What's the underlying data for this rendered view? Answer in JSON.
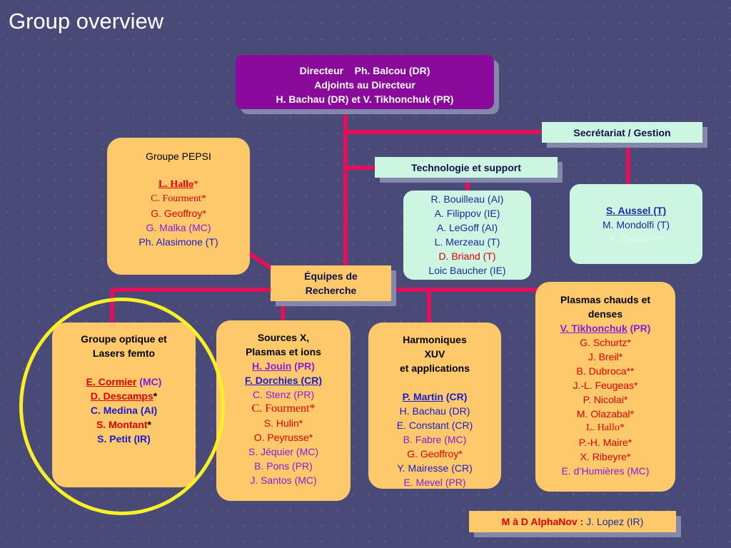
{
  "slide": {
    "title": "Group overview"
  },
  "colors": {
    "background": "#4a4a78",
    "connector": "#e0105a",
    "director_bg": "#8a0a9c",
    "group_bg": "#fdc96a",
    "support_bg": "#ccf5e2",
    "ring": "#f7f026"
  },
  "director": {
    "line1_role": "Directeur",
    "line1_name": "Ph. Balcou (DR)",
    "line2": "Adjoints au Directeur",
    "line3": "H. Bachau (DR) et V. Tikhonchuk (PR)"
  },
  "secretariat": {
    "label": "Secrétariat / Gestion",
    "members": [
      "S. Aussel (T)",
      "M. Mondolfi (T)",
      "F. Catelle***"
    ]
  },
  "tech": {
    "label": "Technologie et support",
    "members": [
      "R. Bouilleau (AI)",
      "A. Filippov (IE)",
      "A. LeGoff (AI)",
      "L. Merzeau (T)",
      "D. Briand (T)",
      "Loic Baucher (IE)"
    ]
  },
  "pepsi": {
    "title": "Groupe PEPSI",
    "members": [
      "L. Hallo",
      "*",
      "C. Fourment*",
      "G. Geoffroy*",
      "G. Malka (MC)",
      "Ph. Alasimone (T)"
    ]
  },
  "equipes": {
    "label_line1": "Équipes de",
    "label_line2": "Recherche"
  },
  "optique": {
    "title_line1": "Groupe optique et",
    "title_line2": "Lasers femto",
    "members": [
      "E. Cormier",
      " (MC)",
      "D. Descamps",
      "*",
      "C. Medina (AI)",
      "S. Montant",
      "*",
      "S. Petit (IR)"
    ]
  },
  "sources": {
    "title_line1": "Sources X,",
    "title_line2": "Plasmas et ions",
    "members": [
      "H. Jouin",
      " (PR)",
      "F. Dorchies (CR)",
      "C. Stenz (PR)",
      "C. Fourment*",
      "S. Hulin*",
      "O. Peyrusse*",
      "S. Jéquier (MC)",
      "B. Pons (PR)",
      "J. Santos (MC)"
    ]
  },
  "harmoniques": {
    "title_line1": "Harmoniques",
    "title_line2": "XUV",
    "title_line3": "et applications",
    "members": [
      "P. Martin",
      " (CR)",
      "H. Bachau (DR)",
      "E. Constant (CR)",
      "B. Fabre (MC)",
      "G. Geoffroy*",
      "Y. Mairesse (CR)",
      "E. Mevel (PR)"
    ]
  },
  "plasmas": {
    "title_line1": "Plasmas chauds et",
    "title_line2": "denses",
    "members": [
      "V. Tikhonchuk",
      " (PR)",
      "G. Schurtz*",
      "J. Breil*",
      "B. Dubroca**",
      "J.-L. Feugeas*",
      "P. Nicolai*",
      "M. Olazabal*",
      "L. Hallo*",
      "P.-H. Maire*",
      "X. Ribeyre*",
      "E. d’Humières (MC)"
    ]
  },
  "alphanov": {
    "label": "M à D AlphaNov :",
    "name": "J. Lopez (IR)"
  }
}
